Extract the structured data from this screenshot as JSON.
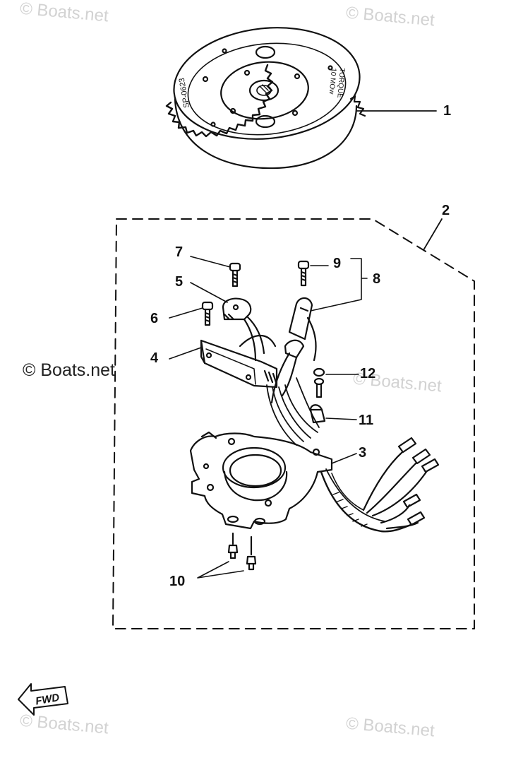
{
  "watermark": {
    "text": "© Boats.net",
    "color": "#d2d2d2",
    "strong_color": "#222222"
  },
  "callouts": {
    "c1": "1",
    "c2": "2",
    "c3": "3",
    "c4": "4",
    "c5": "5",
    "c6": "6",
    "c7": "7",
    "c8": "8",
    "c9": "9",
    "c10": "10",
    "c11": "11",
    "c12": "12"
  },
  "flywheel_text": {
    "left": "SP-0623",
    "right_line1": "TORQUE",
    "right_line2": "10 MOw"
  },
  "direction_badge": {
    "label": "FWD"
  },
  "colors": {
    "line": "#111111",
    "background": "#ffffff"
  }
}
